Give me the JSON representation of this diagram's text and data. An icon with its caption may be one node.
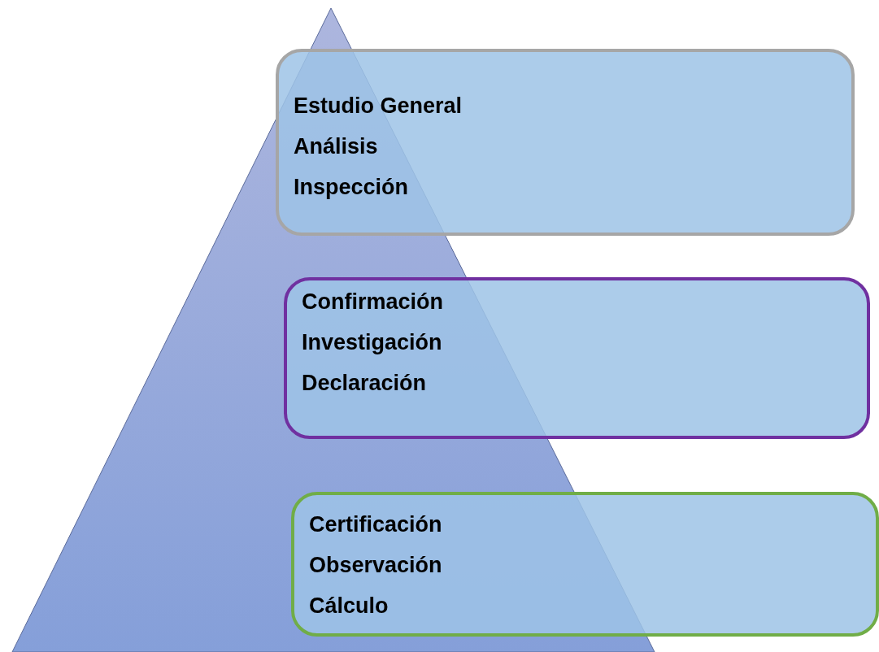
{
  "diagram": {
    "nodes": [
      {
        "text": [
          "Estudio General",
          "Análisis",
          "Inspección"
        ]
      },
      {
        "text": [
          "Confirmación",
          "Investigación",
          "Declaración"
        ]
      },
      {
        "text": [
          "Certificación",
          "Observación",
          "Cálculo"
        ]
      }
    ]
  }
}
